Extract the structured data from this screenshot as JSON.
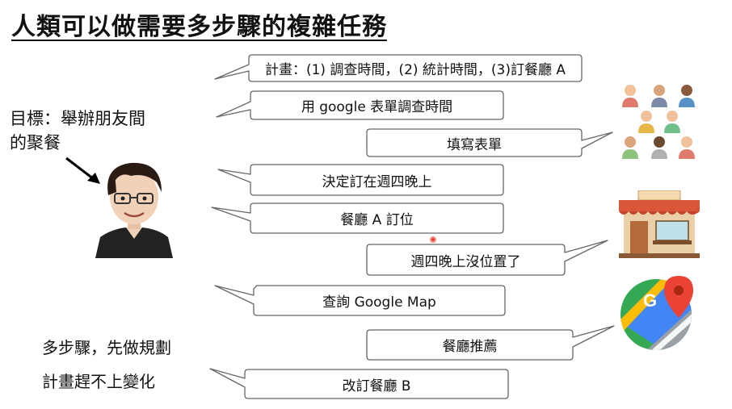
{
  "slide": {
    "title": "人類可以做需要多步驟的複雜任務",
    "goal": "目標：舉辦朋友間的聚餐",
    "note_line1": "多步驟，先做規劃",
    "note_line2": "計畫趕不上變化"
  },
  "bubbles": [
    {
      "text": "計畫：(1) 調查時間，(2) 統計時間，(3)訂餐廳 A",
      "side": "left"
    },
    {
      "text": "用 google 表單調查時間",
      "side": "left"
    },
    {
      "text": "填寫表單",
      "side": "right"
    },
    {
      "text": "決定訂在週四晚上",
      "side": "left"
    },
    {
      "text": "餐廳 A 訂位",
      "side": "left"
    },
    {
      "text": "週四晚上沒位置了",
      "side": "right"
    },
    {
      "text": "查詢 Google Map",
      "side": "left"
    },
    {
      "text": "餐廳推薦",
      "side": "right"
    },
    {
      "text": "改訂餐廳 B",
      "side": "left"
    }
  ],
  "icons": {
    "avatar": "person-avatar-icon",
    "people": "people-group-icon",
    "restaurant": "restaurant-icon",
    "map": "google-maps-icon",
    "arrow": "arrow-icon"
  },
  "colors": {
    "bubble_stroke": "#666666",
    "restaurant_roof": "#d8563a",
    "map_green": "#34a853",
    "map_blue": "#4285f4",
    "map_red": "#ea4335",
    "map_yellow": "#fbbc05"
  }
}
